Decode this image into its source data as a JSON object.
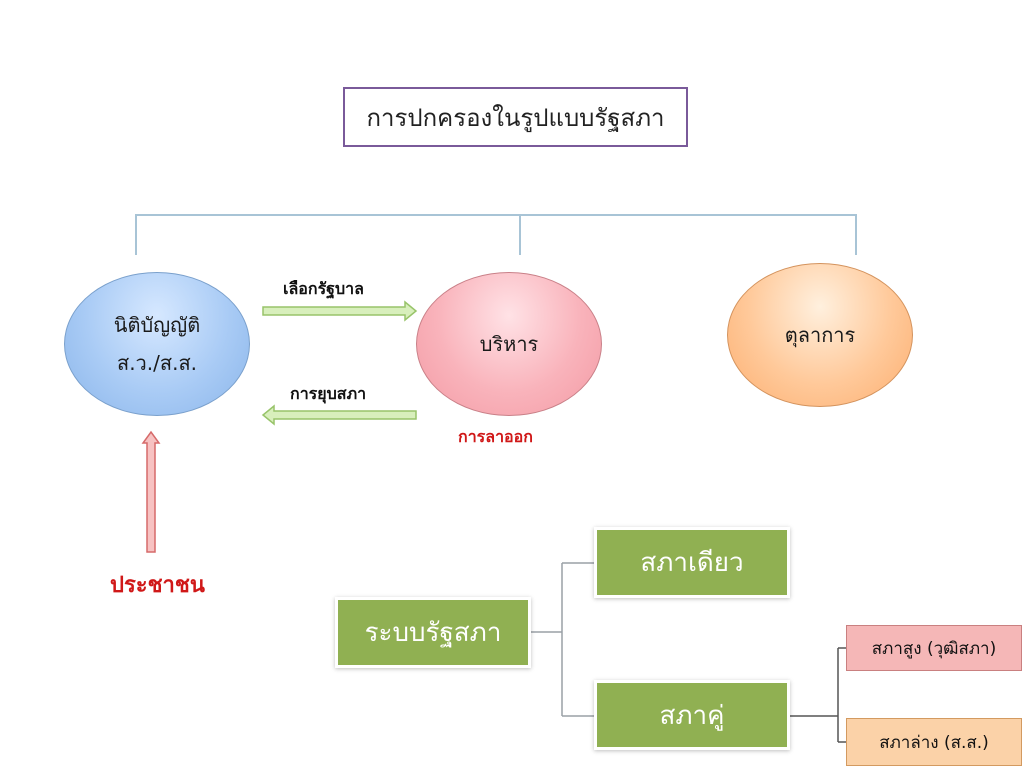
{
  "title": "การปกครองในรูปแบบรัฐสภา",
  "branches": {
    "legislative": {
      "line1": "นิติบัญญัติ",
      "line2": "ส.ว./ส.ส."
    },
    "executive": {
      "label": "บริหาร"
    },
    "judicial": {
      "label": "ตุลาการ"
    }
  },
  "relations": {
    "elect_government": "เลือกรัฐบาล",
    "dissolve_parliament": "การยุบสภา",
    "resign": "การลาออก"
  },
  "people": "ประชาชน",
  "parliament_system": {
    "root": "ระบบรัฐสภา",
    "unicameral": "สภาเดียว",
    "bicameral": "สภาคู่",
    "upper_house": "สภาสูง (วุฒิสภา)",
    "lower_house": "สภาล่าง (ส.ส.)"
  },
  "colors": {
    "green_box": "#90b052",
    "legislative": "#a9cbf5",
    "executive": "#f9b3bb",
    "judicial": "#ffc99a",
    "red_text": "#d01818"
  }
}
